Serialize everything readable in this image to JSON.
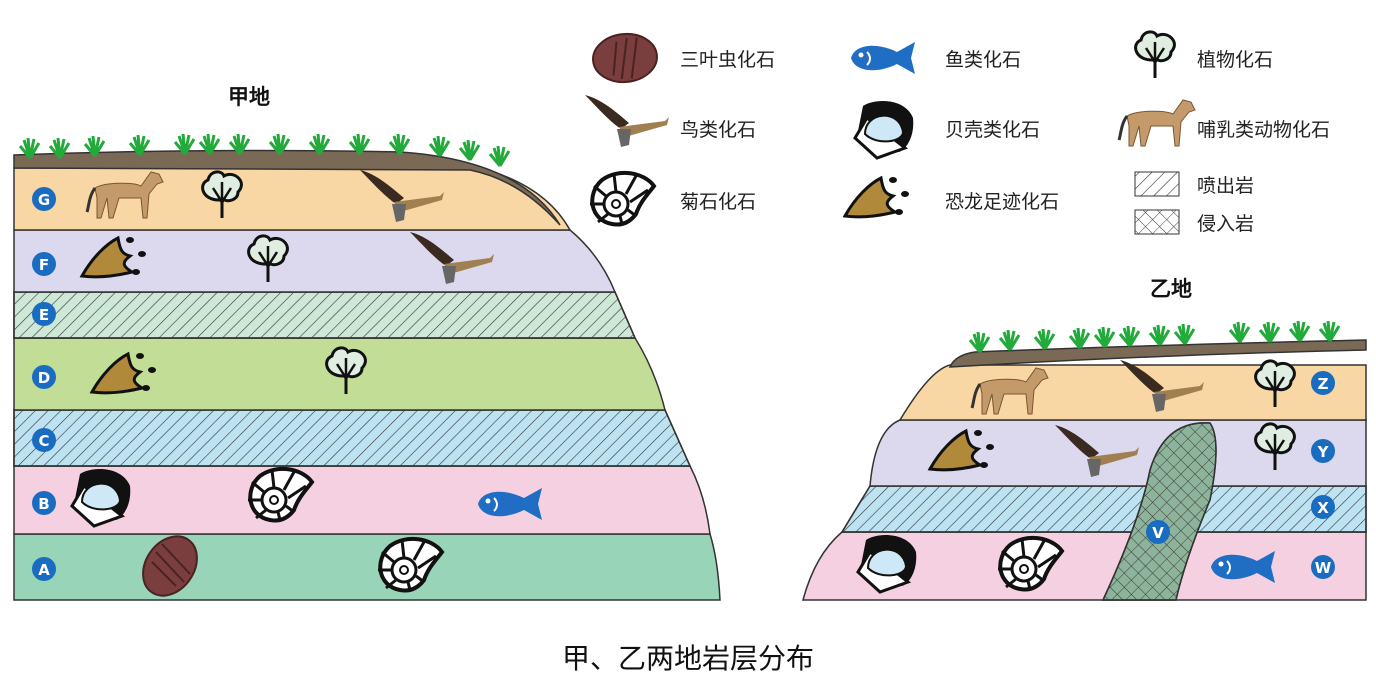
{
  "site_a": {
    "title": "甲地",
    "layers": [
      "A",
      "B",
      "C",
      "D",
      "E",
      "F",
      "G"
    ]
  },
  "site_b": {
    "title": "乙地",
    "layers": [
      "W",
      "X",
      "Y",
      "Z"
    ],
    "intrusion": "V"
  },
  "legend": [
    {
      "icon": "trilobite-icon",
      "label": "三叶虫化石"
    },
    {
      "icon": "fish-icon",
      "label": "鱼类化石"
    },
    {
      "icon": "plant-icon",
      "label": "植物化石"
    },
    {
      "icon": "bird-icon",
      "label": "鸟类化石"
    },
    {
      "icon": "shell-icon",
      "label": "贝壳类化石"
    },
    {
      "icon": "horse-icon",
      "label": "哺乳类动物化石"
    },
    {
      "icon": "ammonite-icon",
      "label": "菊石化石"
    },
    {
      "icon": "dinosaur-footprint-icon",
      "label": "恐龙足迹化石"
    },
    {
      "icon": "extrusive-rock-pattern",
      "label": "喷出岩"
    },
    {
      "icon": "intrusive-rock-pattern",
      "label": "侵入岩"
    }
  ],
  "caption": "甲、乙两地岩层分布",
  "colors": {
    "label_circle": "#1a6cc0",
    "G": "#f8d7a4",
    "F": "#dcd9ee",
    "E": "#cde8d6",
    "D": "#c2dd96",
    "C": "#bde3f2",
    "B": "#f5d0e1",
    "A": "#98d4b8",
    "soil": "#7a6a55",
    "grass": "#22aa3a"
  }
}
